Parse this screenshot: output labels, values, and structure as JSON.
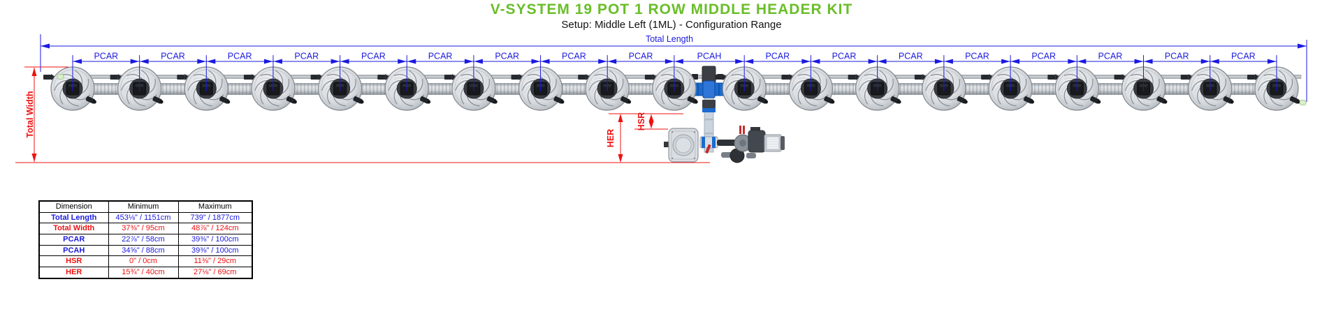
{
  "title": "V-SYSTEM 19 POT 1 ROW MIDDLE HEADER KIT",
  "subtitle": "Setup: Middle Left (1ML) - Configuration Range",
  "colors": {
    "title_green": "#69be28",
    "dim_blue": "#1a1ae0",
    "dim_red": "#ee1111"
  },
  "diagram": {
    "pot_count": 19,
    "row_count": 1,
    "segment_labels": [
      "PCAR",
      "PCAR",
      "PCAR",
      "PCAR",
      "PCAR",
      "PCAR",
      "PCAR",
      "PCAR",
      "PCAR",
      "PCAH",
      "PCAR",
      "PCAR",
      "PCAR",
      "PCAR",
      "PCAR",
      "PCAR",
      "PCAR",
      "PCAR"
    ],
    "labels": {
      "total_length": "Total Length",
      "total_width": "Total Width",
      "hsr": "HSR",
      "her": "HER"
    }
  },
  "table": {
    "headers": [
      "Dimension",
      "Minimum",
      "Maximum"
    ],
    "rows": [
      {
        "label": "Total Length",
        "min": "453⅛\" / 1151cm",
        "max": "739\" / 1877cm",
        "color": "blue"
      },
      {
        "label": "Total Width",
        "min": "37⅜\" / 95cm",
        "max": "48⅞\" / 124cm",
        "color": "red"
      },
      {
        "label": "PCAR",
        "min": "22⅞\" / 58cm",
        "max": "39⅜\" / 100cm",
        "color": "blue"
      },
      {
        "label": "PCAH",
        "min": "34⅝\" / 88cm",
        "max": "39⅜\" / 100cm",
        "color": "blue"
      },
      {
        "label": "HSR",
        "min": "0\" / 0cm",
        "max": "11⅜\" / 29cm",
        "color": "red"
      },
      {
        "label": "HER",
        "min": "15¾\" / 40cm",
        "max": "27⅛\" / 69cm",
        "color": "red"
      }
    ]
  }
}
